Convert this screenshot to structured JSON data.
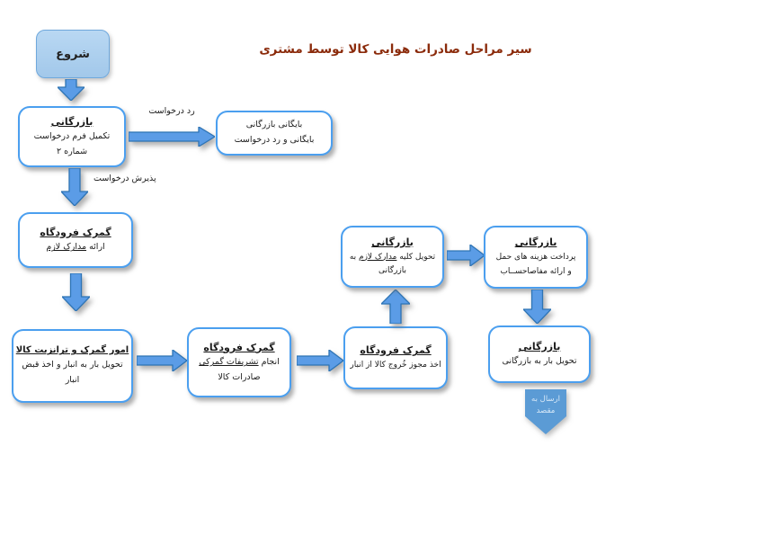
{
  "title": "سیر مراحل صادرات هوایی کالا توسط مشتری",
  "colors": {
    "title_color": "#8B2B0B",
    "box_border": "#4B9FEF",
    "box_fill": "#FFFFFF",
    "arrow_fill": "#5B9CE6",
    "arrow_border": "#2E74B5",
    "pentagon_fill": "#5B9BD5",
    "pentagon_text": "#D8E9F8"
  },
  "edges": {
    "reject_label": "رد درخواست",
    "accept_label": "پذیرش درخواست"
  },
  "nodes": {
    "start": {
      "label": "شروع"
    },
    "commerce_request": {
      "title": "بازرگانی",
      "line1": "تکمیل فرم درخواست",
      "line2": "شماره ۲"
    },
    "archive": {
      "line1": "بایگانی بازرگانی",
      "line2": "بایگانی و رد درخواست"
    },
    "customs_docs": {
      "title": "گمرک فرودگاه",
      "line1_pre": "ارائه ",
      "line1_u": "مدارک لازم"
    },
    "cargo_transit": {
      "title": "امور گمرک و ترانزیت کالا",
      "line1": "تحویل بار به انبار و اخذ قبض",
      "line2": "انبار"
    },
    "customs_clearance": {
      "title": "گمرک فرودگاه",
      "line1_pre": "انجام ",
      "line1_u": "تشریفات گمرکی",
      "line2": "صادرات کالا"
    },
    "customs_exit": {
      "title": "گمرک فرودگاه",
      "line1": "اخذ مجوز خُروج کالا از انبار"
    },
    "commerce_docs": {
      "title": "بازرگانی",
      "line1_pre": "تحویل کلیه ",
      "line1_u": "مدارک لازم",
      "line1_post": " به",
      "line2": "بازرگانی"
    },
    "commerce_payment": {
      "title": "بازرگانی",
      "line1": "پرداخت هزینه های حمل",
      "line2": "و ارائه مفاصاحســاب"
    },
    "commerce_delivery": {
      "title": "بازرگانی",
      "line1": "تحویل بار به بازرگانی"
    },
    "destination": {
      "line1": "ارسال به",
      "line2": "مقصد"
    }
  }
}
